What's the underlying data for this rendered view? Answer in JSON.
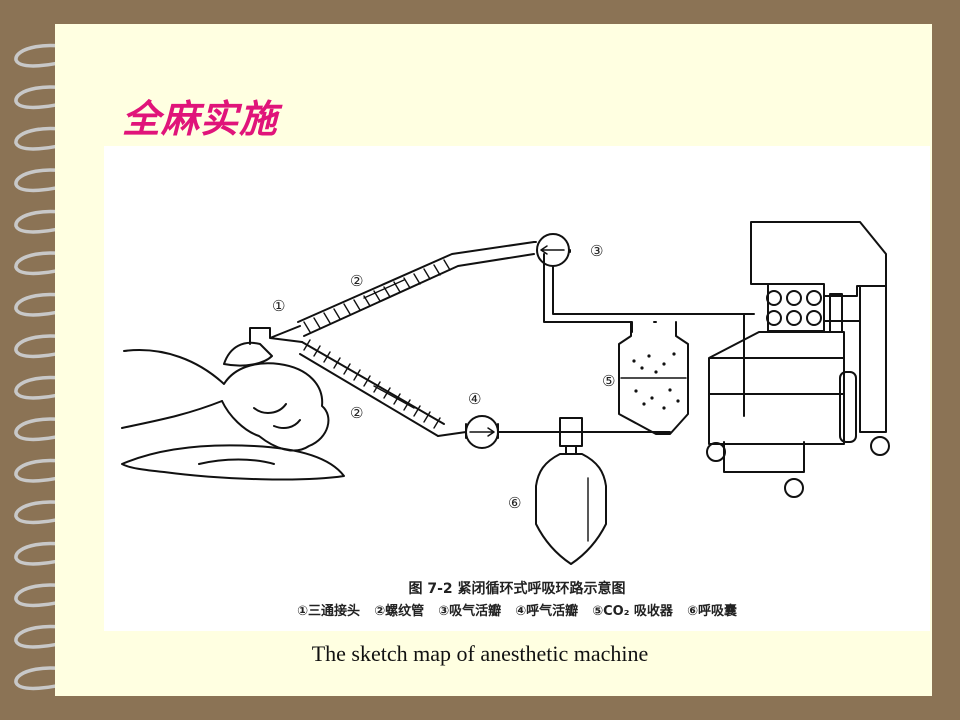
{
  "slide": {
    "title": "全麻实施",
    "caption_en": "The sketch map of anesthetic machine",
    "title_color": "#E0147A",
    "background_color": "#FFFFE1",
    "frame_color": "#8B7355"
  },
  "figure": {
    "figure_title": "图 7-2  紧闭循环式呼吸环路示意图",
    "markers": {
      "m1": "①",
      "m2a": "②",
      "m2b": "②",
      "m3": "③",
      "m4": "④",
      "m5": "⑤",
      "m6": "⑥"
    },
    "legend": [
      "①三通接头",
      "②螺纹管",
      "③吸气活瓣",
      "④呼气活瓣",
      "⑤CO₂ 吸收器",
      "⑥呼吸囊"
    ]
  }
}
